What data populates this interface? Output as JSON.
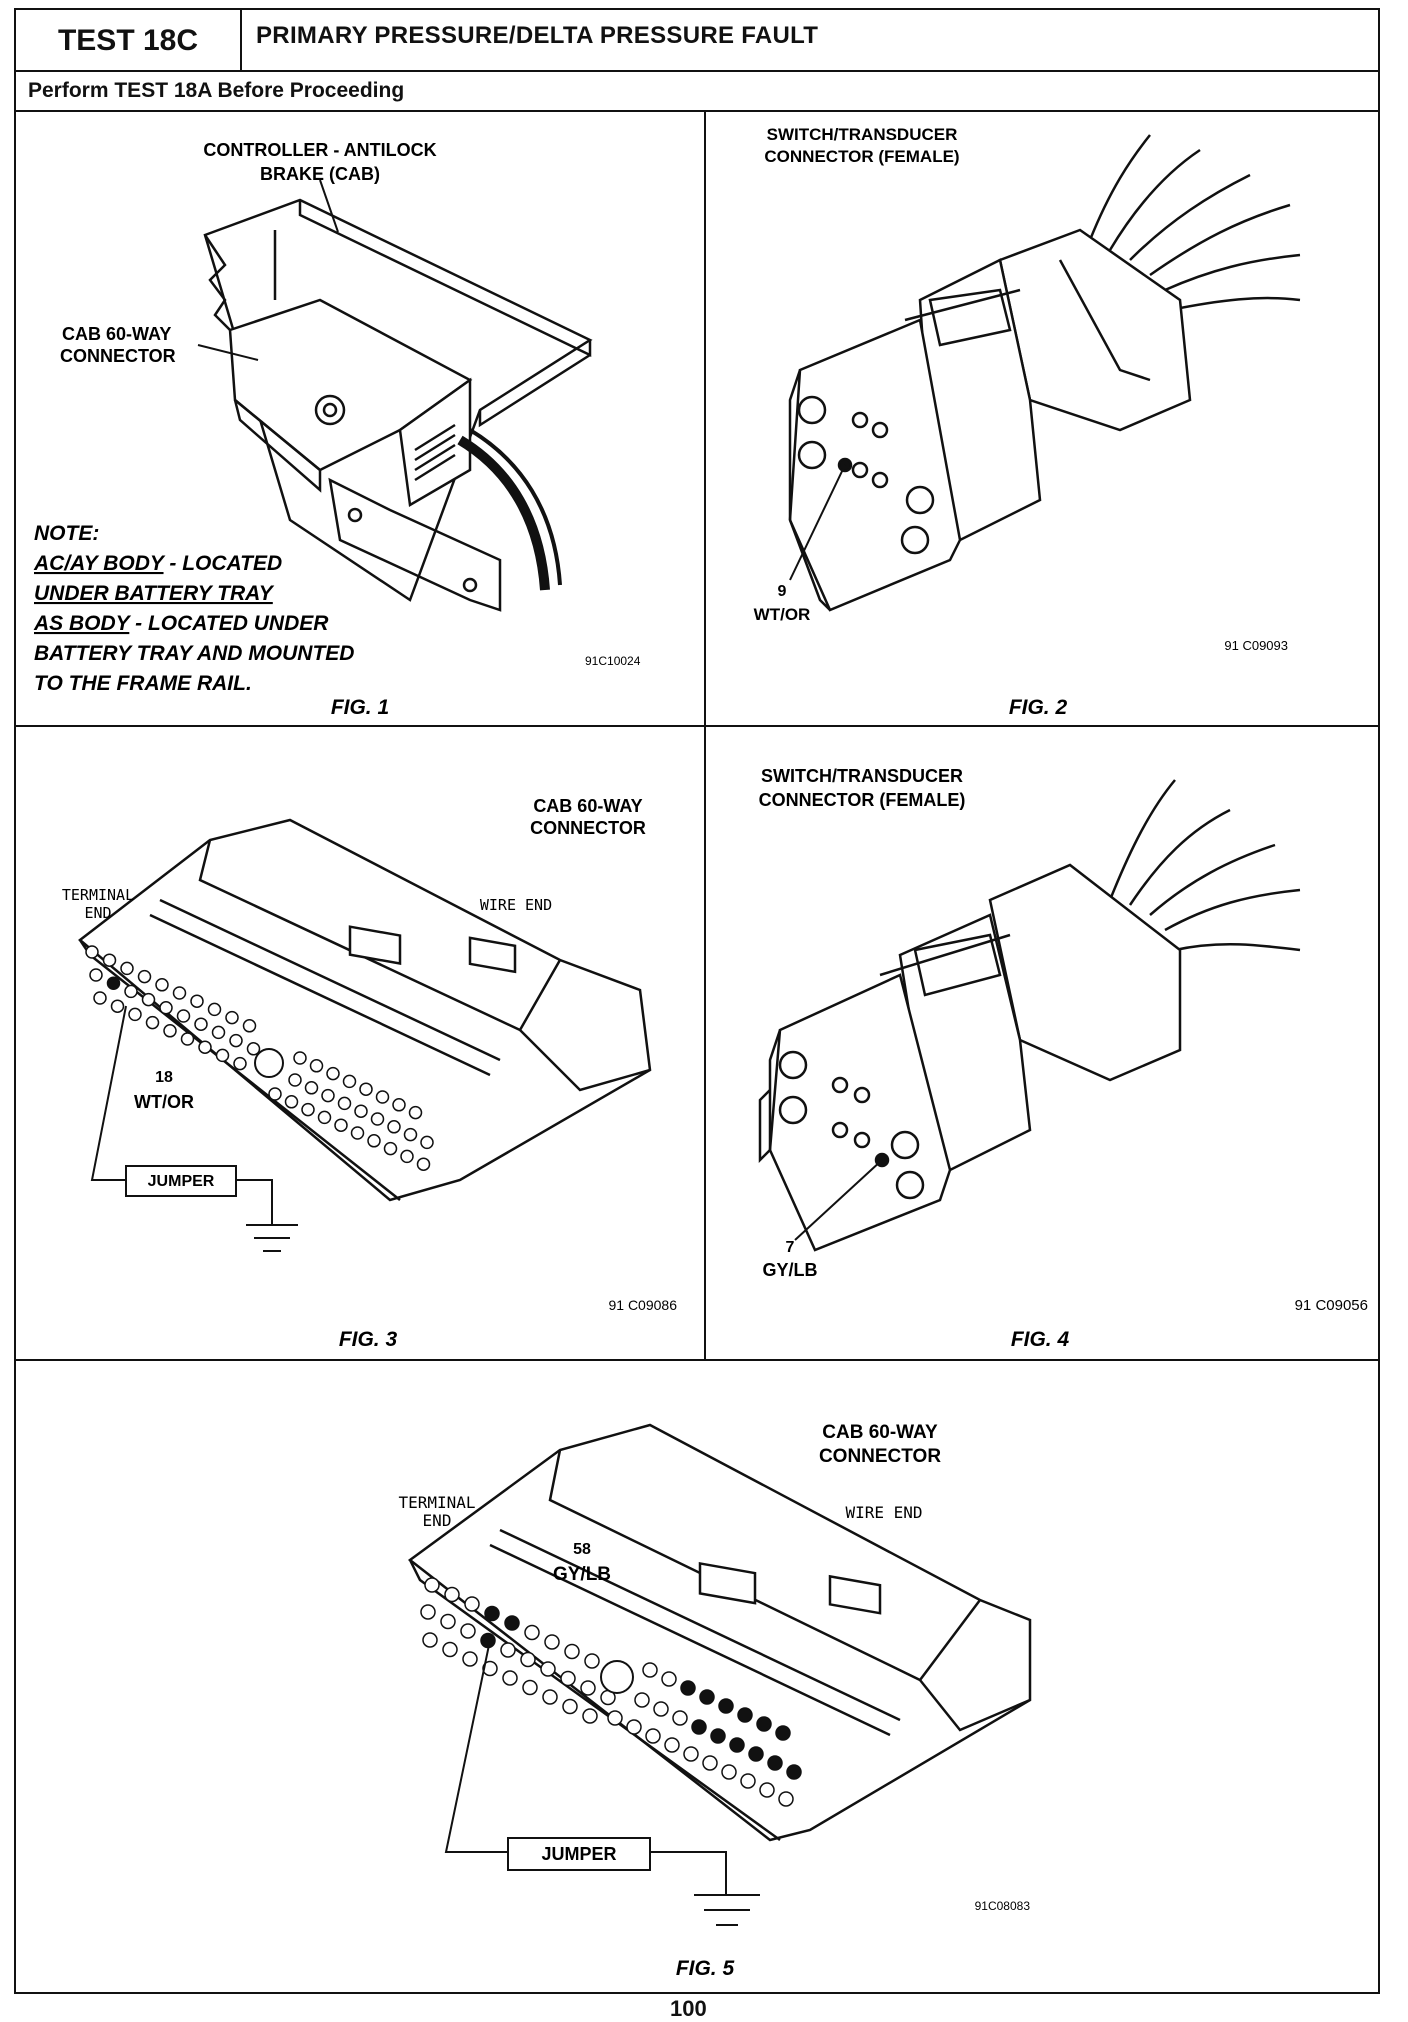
{
  "header": {
    "test_id": "TEST 18C",
    "title": "PRIMARY PRESSURE/DELTA PRESSURE FAULT",
    "subtitle": "Perform TEST 18A Before Proceeding"
  },
  "fig1": {
    "controller_label_1": "CONTROLLER - ANTILOCK",
    "controller_label_2": "BRAKE (CAB)",
    "connector_label_1": "CAB 60-WAY",
    "connector_label_2": "CONNECTOR",
    "note_heading": "NOTE:",
    "note_line1_body": "AC/AY BODY",
    "note_line1_rest": " - LOCATED",
    "note_line2": "UNDER BATTERY TRAY",
    "note_line3_body": "AS BODY",
    "note_line3_rest": " - LOCATED UNDER",
    "note_line4": "BATTERY TRAY AND MOUNTED",
    "note_line5": "TO THE FRAME RAIL.",
    "code": "91C10024",
    "caption": "FIG. 1"
  },
  "fig2": {
    "label_1": "SWITCH/TRANSDUCER",
    "label_2": "CONNECTOR (FEMALE)",
    "pin": "9",
    "wire": "WT/OR",
    "code": "91 C09093",
    "caption": "FIG. 2"
  },
  "fig3": {
    "label_1": "CAB 60-WAY",
    "label_2": "CONNECTOR",
    "terminal_1": "TERMINAL",
    "terminal_2": "END",
    "wire_end": "WIRE END",
    "pin": "18",
    "wire": "WT/OR",
    "jumper": "JUMPER",
    "code": "91 C09086",
    "caption": "FIG. 3"
  },
  "fig4": {
    "label_1": "SWITCH/TRANSDUCER",
    "label_2": "CONNECTOR (FEMALE)",
    "pin": "7",
    "wire": "GY/LB",
    "code": "91 C09056",
    "caption": "FIG. 4"
  },
  "fig5": {
    "label_1": "CAB 60-WAY",
    "label_2": "CONNECTOR",
    "terminal_1": "TERMINAL",
    "terminal_2": "END",
    "wire_end": "WIRE END",
    "pin": "58",
    "wire": "GY/LB",
    "jumper": "JUMPER",
    "code": "91C08083",
    "caption": "FIG. 5"
  },
  "page_number": "100"
}
